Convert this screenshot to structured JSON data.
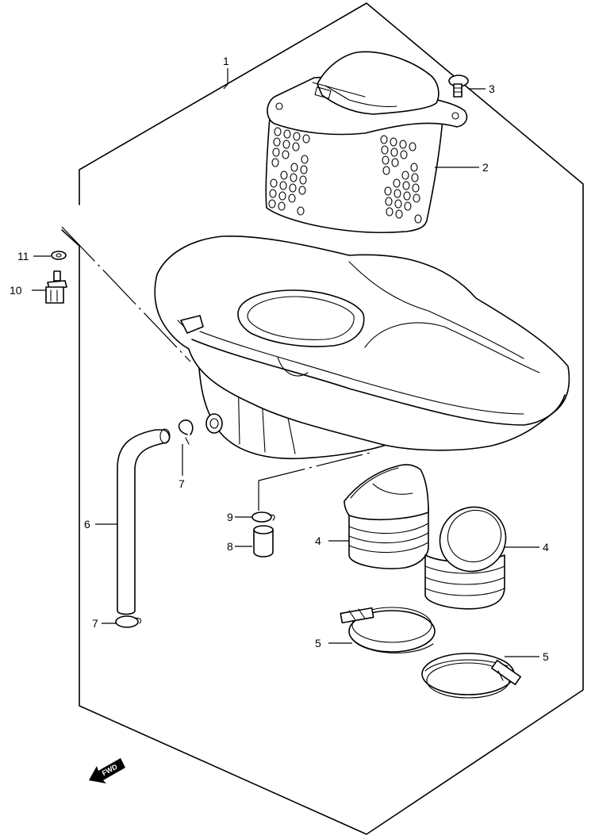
{
  "callouts": [
    {
      "id": "p1",
      "label": "1"
    },
    {
      "id": "p2",
      "label": "2"
    },
    {
      "id": "p3",
      "label": "3"
    },
    {
      "id": "p4a",
      "label": "4"
    },
    {
      "id": "p4b",
      "label": "4"
    },
    {
      "id": "p5a",
      "label": "5"
    },
    {
      "id": "p5b",
      "label": "5"
    },
    {
      "id": "p6",
      "label": "6"
    },
    {
      "id": "p7a",
      "label": "7"
    },
    {
      "id": "p7b",
      "label": "7"
    },
    {
      "id": "p8",
      "label": "8"
    },
    {
      "id": "p9",
      "label": "9"
    },
    {
      "id": "p10",
      "label": "10"
    },
    {
      "id": "p11",
      "label": "11"
    }
  ],
  "direction_arrow": {
    "label": "FWD"
  },
  "parts": [
    {
      "label": "1",
      "depicts": "air cleaner case assembly"
    },
    {
      "label": "2",
      "depicts": "element filter"
    },
    {
      "label": "3",
      "depicts": "screw"
    },
    {
      "label": "4",
      "depicts": "intake boots"
    },
    {
      "label": "5",
      "depicts": "hose clamps"
    },
    {
      "label": "6",
      "depicts": "drain hose"
    },
    {
      "label": "7",
      "depicts": "clips"
    },
    {
      "label": "8",
      "depicts": "spacer"
    },
    {
      "label": "9",
      "depicts": "clip"
    },
    {
      "label": "10",
      "depicts": "sensor"
    },
    {
      "label": "11",
      "depicts": "washer"
    }
  ]
}
